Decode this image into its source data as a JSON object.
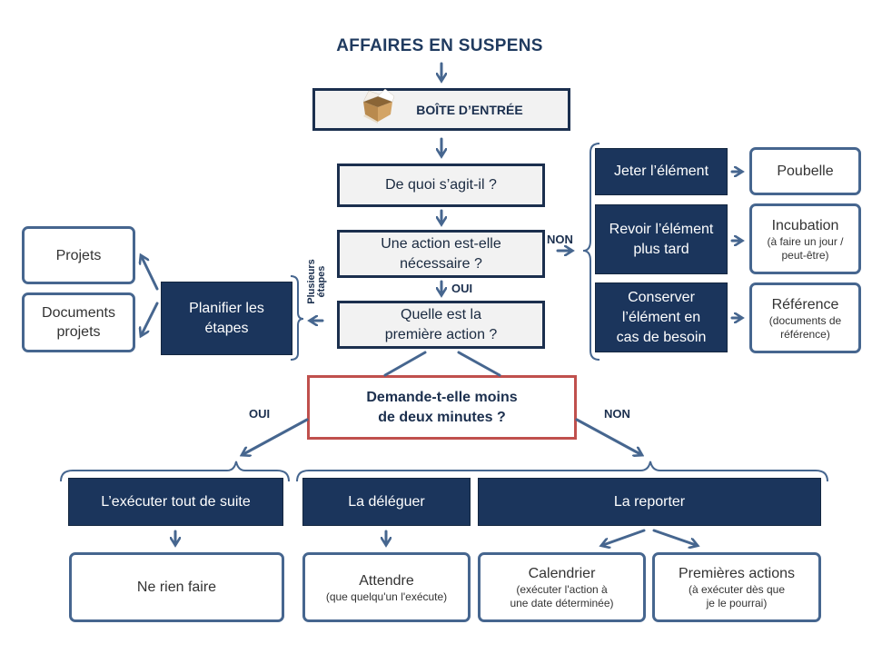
{
  "title": "AFFAIRES EN SUSPENS",
  "inbox": {
    "label": "BOÎTE D’ENTRÉE",
    "icon": "cardboard-box-icon"
  },
  "questions": {
    "what_is_it": "De quoi s’agit-il ?",
    "action_needed_line1": "Une action est-elle",
    "action_needed_line2": "nécessaire ?",
    "first_action_line1": "Quelle est la",
    "first_action_line2": "première action ?",
    "two_minutes_line1": "Demande-t-elle moins",
    "two_minutes_line2": "de deux minutes ?"
  },
  "labels": {
    "non_top": "NON",
    "oui_mid": "OUI",
    "multi_steps_line1": "Plusieurs",
    "multi_steps_line2": "étapes",
    "oui_left": "OUI",
    "non_right": "NON"
  },
  "non_actionable": [
    {
      "action_lines": [
        "Jeter l’élément"
      ],
      "result_title": "Poubelle",
      "result_sub": []
    },
    {
      "action_lines": [
        "Revoir l’élément",
        "plus tard"
      ],
      "result_title": "Incubation",
      "result_sub": [
        "(à faire un jour /",
        "peut-être)"
      ]
    },
    {
      "action_lines": [
        "Conserver",
        "l’élément en",
        "cas de besoin"
      ],
      "result_title": "Référence",
      "result_sub": [
        "(documents de",
        "référence)"
      ]
    }
  ],
  "planning": {
    "plan_lines": [
      "Planifier les",
      "étapes"
    ],
    "projects": "Projets",
    "project_docs_lines": [
      "Documents",
      "projets"
    ]
  },
  "outcomes": {
    "do_now": "L’exécuter tout de suite",
    "delegate": "La déléguer",
    "defer": "La reporter",
    "nothing": "Ne rien faire",
    "wait_title": "Attendre",
    "wait_sub": "(que quelqu'un l'exécute)",
    "calendar_title": "Calendrier",
    "calendar_sub": [
      "(exécuter l'action à",
      "une date déterminée)"
    ],
    "next_actions_title": "Premières actions",
    "next_actions_sub": [
      "(à exécuter dès que",
      "je le pourrai)"
    ]
  },
  "colors": {
    "dark_box": "#1b355c",
    "outline": "#46668f",
    "decision_border": "#c0504d",
    "grey_box": "#f2f2f2"
  }
}
